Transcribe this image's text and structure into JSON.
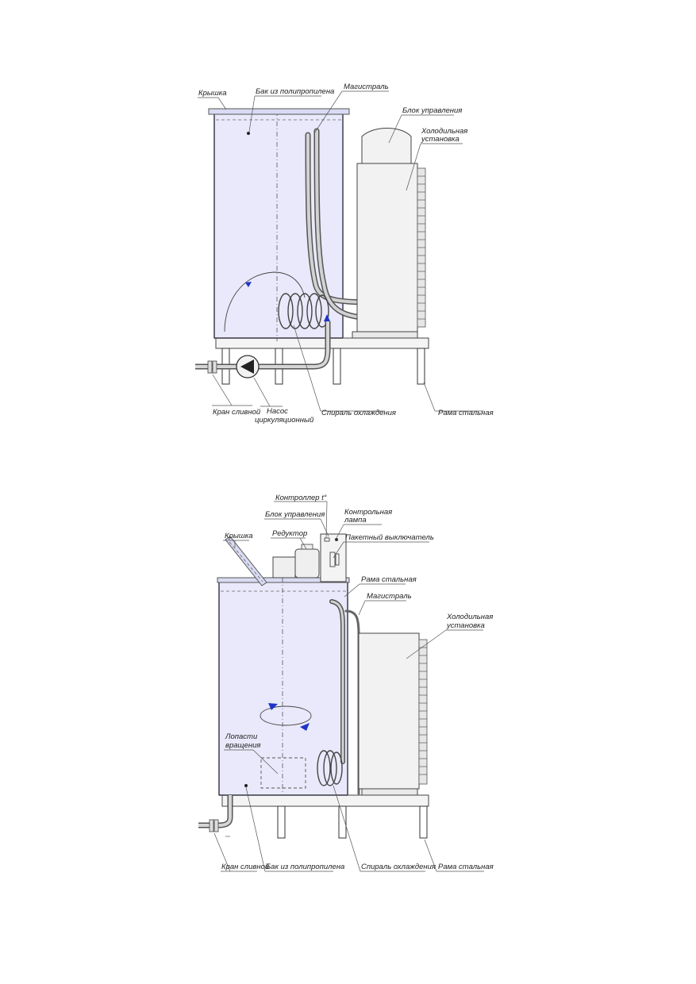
{
  "diagram1": {
    "labels": {
      "lid": "Крышка",
      "tank": "Бак из полипропилена",
      "main_line": "Магистраль",
      "control_unit": "Блок управления",
      "cooling_unit_line1": "Холодильная",
      "cooling_unit_line2": "установка",
      "drain_valve": "Кран сливной",
      "pump_line1": "Насос",
      "pump_line2": "циркуляционный",
      "cooling_coil": "Спираль охлаждения",
      "steel_frame": "Рама стальная"
    }
  },
  "diagram2": {
    "labels": {
      "controller": "Контроллер t°",
      "control_unit": "Блок управления",
      "control_lamp_line1": "Контрольная",
      "control_lamp_line2": "лампа",
      "lid": "Крышка",
      "reducer": "Редуктор",
      "packet_switch": "Пакетный выключатель",
      "steel_frame_top": "Рама стальная",
      "main_line": "Магистраль",
      "cooling_unit_line1": "Холодильная",
      "cooling_unit_line2": "установка",
      "blades_line1": "Лопасти",
      "blades_line2": "вращения",
      "drain_valve": "Кран сливной",
      "tank": "Бак из полипропилена",
      "cooling_coil": "Спираль охлаждения",
      "steel_frame": "Рама стальная"
    }
  },
  "colors": {
    "tank_fill": "#e9e9fb",
    "tank_stroke": "#6f70b8",
    "arrow_blue": "#1f34c8",
    "line": "#333333",
    "pipe_outer": "#555555",
    "pipe_inner": "#cfcfcf"
  }
}
